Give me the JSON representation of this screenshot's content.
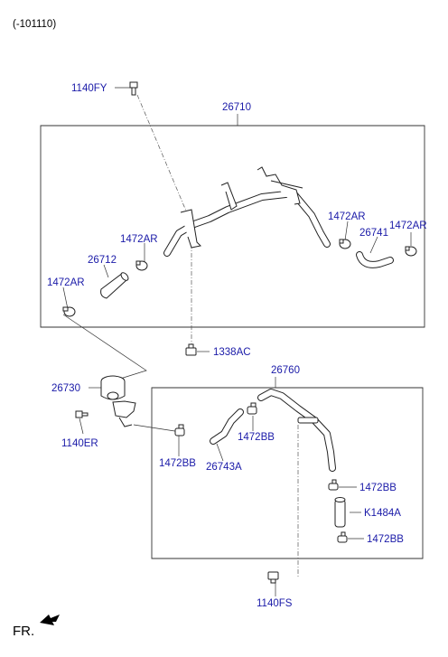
{
  "header_code": "(-101110)",
  "labels": {
    "bolt_top": "1140FY",
    "assy_upper": "26710",
    "clamp_a": "1472AR",
    "clamp_b": "1472AR",
    "clamp_c": "1472AR",
    "clamp_d": "1472AR",
    "hose_upper_left": "26712",
    "hose_upper_right": "26741",
    "nut_mid": "1338AC",
    "valve": "26730",
    "assy_lower": "26760",
    "bolt_left": "1140ER",
    "clamp_lower_left": "1472BB",
    "clamp_lower_mid": "1472BB",
    "hose_lower": "26743A",
    "clamp_lower_r1": "1472BB",
    "hose_k": "K1484A",
    "clamp_lower_r2": "1472BB",
    "bolt_bottom": "1140FS"
  },
  "front_indicator": "FR.",
  "colors": {
    "label": "#1a1aa8",
    "line": "#222222"
  }
}
